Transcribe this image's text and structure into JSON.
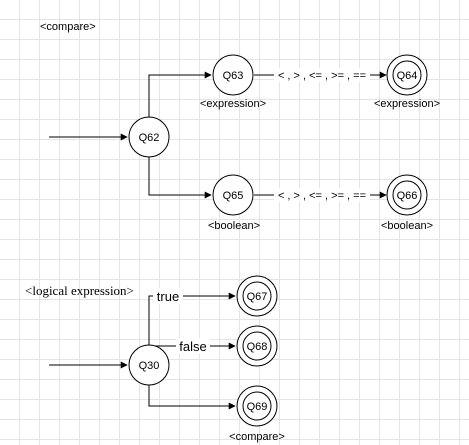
{
  "diagram1": {
    "title": "<compare>",
    "nodes": {
      "q62": "Q62",
      "q63": "Q63",
      "q64": "Q64",
      "q65": "Q65",
      "q66": "Q66"
    },
    "labels": {
      "q63": "<expression>",
      "q64": "<expression>",
      "q65": "<boolean>",
      "q66": "<boolean>"
    },
    "edges": {
      "q63_q64": "< , > , <= , >= , ==",
      "q65_q66": "< , > , <= , >= , =="
    }
  },
  "diagram2": {
    "title": "<logical expression>",
    "nodes": {
      "q30": "Q30",
      "q67": "Q67",
      "q68": "Q68",
      "q69": "Q69"
    },
    "labels": {
      "q69": "<compare>"
    },
    "edges": {
      "true": "true",
      "false": "false"
    }
  }
}
